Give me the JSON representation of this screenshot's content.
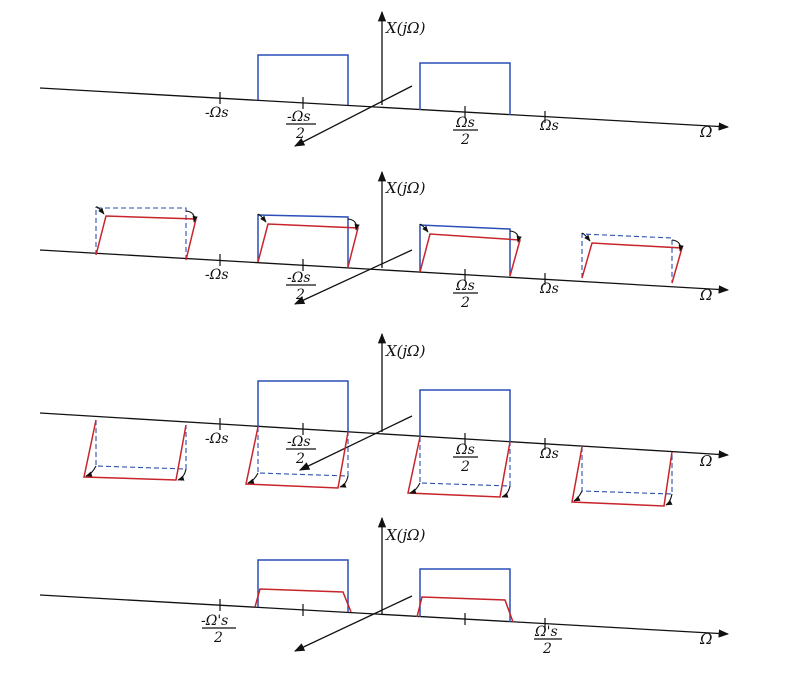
{
  "panel_1": {
    "y_axis_label": "X(jΩ)",
    "x_axis_label": "Ω",
    "tick_neg_omega_s": "-Ωs",
    "tick_neg_half_num": "-Ωs",
    "tick_neg_half_den": "2",
    "tick_pos_half_num": "Ωs",
    "tick_pos_half_den": "2",
    "tick_pos_omega_s": "Ωs"
  },
  "panel_2": {
    "y_axis_label": "X(jΩ)",
    "x_axis_label": "Ω",
    "tick_neg_omega_s": "-Ωs",
    "tick_neg_half_num": "-Ωs",
    "tick_neg_half_den": "2",
    "tick_pos_half_num": "Ωs",
    "tick_pos_half_den": "2",
    "tick_pos_omega_s": "Ωs"
  },
  "panel_3": {
    "y_axis_label": "X(jΩ)",
    "x_axis_label": "Ω",
    "tick_neg_omega_s": "-Ωs",
    "tick_neg_half_num": "-Ωs",
    "tick_neg_half_den": "2",
    "tick_pos_half_num": "Ωs",
    "tick_pos_half_den": "2",
    "tick_pos_omega_s": "Ωs"
  },
  "panel_4": {
    "y_axis_label": "X(jΩ)",
    "x_axis_label": "Ω",
    "tick_neg_half_num": "-Ω's",
    "tick_neg_half_den": "2",
    "tick_pos_half_num": "Ω's",
    "tick_pos_half_den": "2"
  },
  "colors": {
    "original_spectrum": "#2a4fb5",
    "rotated_spectrum": "#c8242b",
    "axes": "#111111"
  }
}
